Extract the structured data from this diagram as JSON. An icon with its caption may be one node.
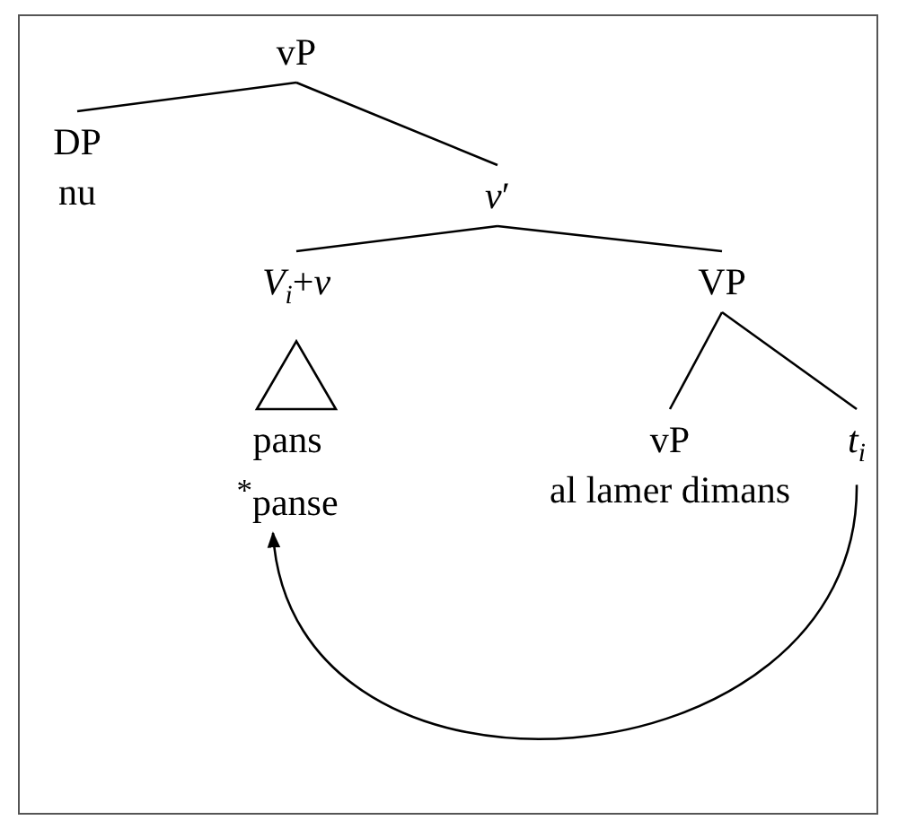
{
  "diagram": {
    "nodes": [
      {
        "text": [
          "vP"
        ]
      },
      {
        "text": [
          "DP",
          "nu"
        ]
      },
      {
        "text": [
          "*v*′"
        ]
      },
      {
        "text": [
          "*V*$_{i}$+*v*"
        ]
      },
      {
        "text": [
          "pans",
          "$^{*}$panse"
        ]
      },
      {
        "text": [
          "VP"
        ]
      },
      {
        "text": [
          "vP",
          "al lamer dimans"
        ]
      },
      {
        "text": [
          "*t*$_{i}$"
        ]
      }
    ],
    "edges": [
      {
        "from": 0,
        "to": 1,
        "arrow": "none"
      },
      {
        "from": 0,
        "to": 2,
        "arrow": "none"
      },
      {
        "from": 2,
        "to": 3,
        "arrow": "none"
      },
      {
        "from": 2,
        "to": 5,
        "arrow": "none"
      },
      {
        "from": 3,
        "to": 4,
        "arrow": "none"
      },
      {
        "from": 5,
        "to": 6,
        "arrow": "none"
      },
      {
        "from": 5,
        "to": 7,
        "arrow": "none"
      },
      {
        "from": 7,
        "to": 4,
        "arrow": "to"
      }
    ]
  }
}
